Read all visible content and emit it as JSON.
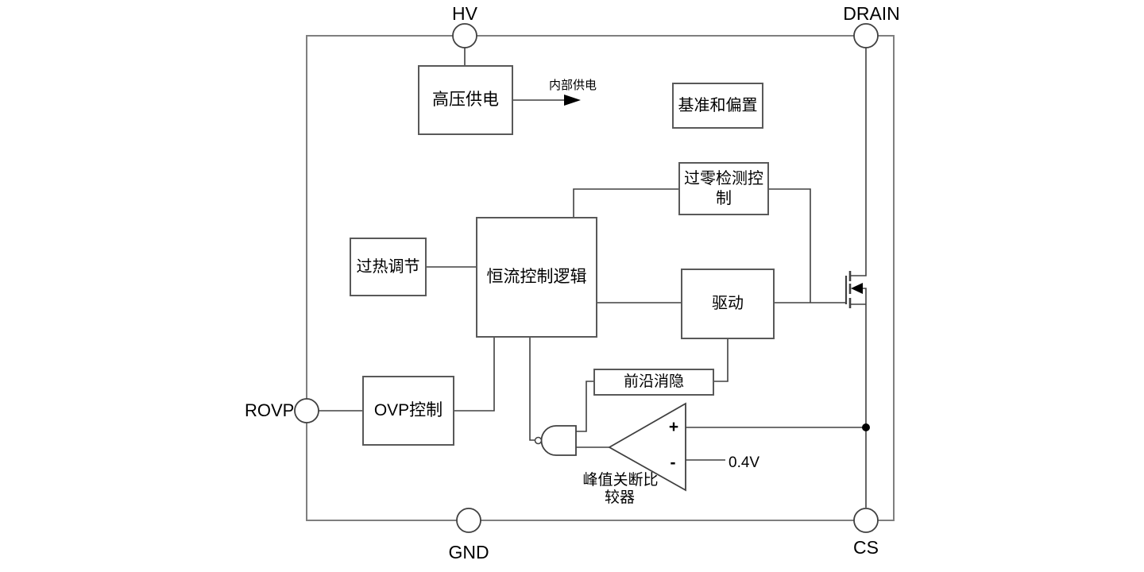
{
  "diagram": {
    "title_hint": "IC functional block diagram",
    "pins": {
      "hv": "HV",
      "drain": "DRAIN",
      "rovp": "ROVP",
      "gnd": "GND",
      "cs": "CS"
    },
    "blocks": {
      "hv_supply": "高压供电",
      "ref_bias": "基准和偏置",
      "zcd_line1": "过零检测控",
      "zcd_line2": "制",
      "thermal": "过热调节",
      "cc_logic": "恒流控制逻辑",
      "driver": "驱动",
      "ovp": "OVP控制",
      "leb": "前沿消隐"
    },
    "labels": {
      "internal_supply": "内部供电",
      "comparator_line1": "峰值关断比",
      "comparator_line2": "较器",
      "vref": "0.4V",
      "plus": "+",
      "minus": "-"
    },
    "colors": {
      "background": "#ffffff",
      "wire": "#404040",
      "block_border": "#595959",
      "chip_border": "#7f7f7f",
      "text": "#000000"
    }
  }
}
